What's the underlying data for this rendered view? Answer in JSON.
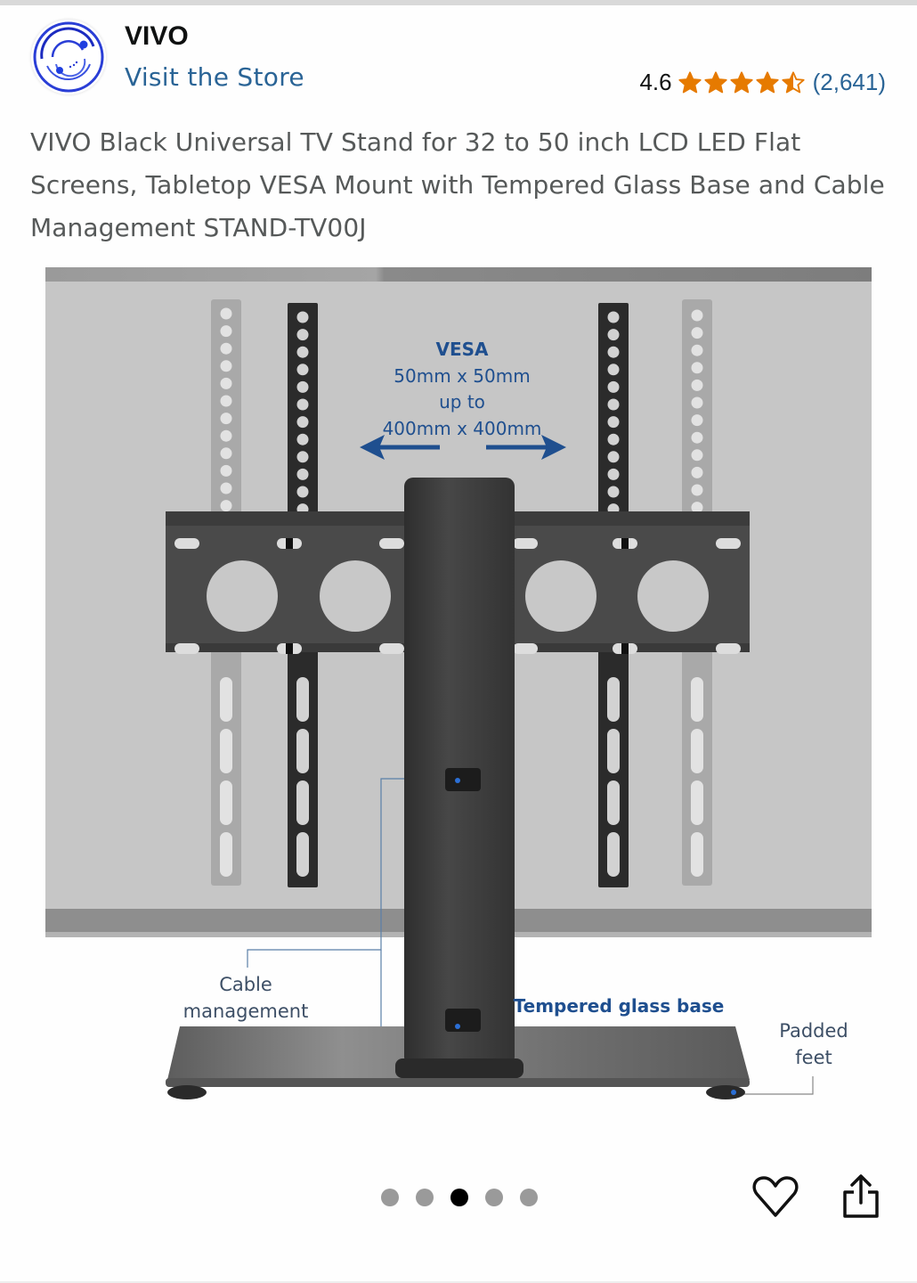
{
  "brand": {
    "name": "VIVO",
    "store_link": "Visit the Store",
    "logo_icon": "vivo-orbit-logo"
  },
  "rating": {
    "value": "4.6",
    "stars": 4.6,
    "max_stars": 5,
    "count": "(2,641)",
    "star_color": "#e67a00"
  },
  "product": {
    "title": "VIVO Black Universal TV Stand for 32 to 50 inch LCD LED Flat Screens, Tabletop VESA Mount with Tempered Glass Base and Cable Management STAND-TV00J"
  },
  "image": {
    "vesa_heading": "VESA",
    "vesa_line1": "50mm x 50mm",
    "vesa_line2": "up to",
    "vesa_line3": "400mm x 400mm",
    "callout_cable_line1": "Cable",
    "callout_cable_line2": "management",
    "callout_glass": "Tempered glass base",
    "callout_feet_line1": "Padded",
    "callout_feet_line2": "feet",
    "accent_color": "#1f4f8f"
  },
  "carousel": {
    "total": 5,
    "active_index": 2
  },
  "actions": {
    "wishlist_icon": "heart-icon",
    "share_icon": "share-icon"
  }
}
